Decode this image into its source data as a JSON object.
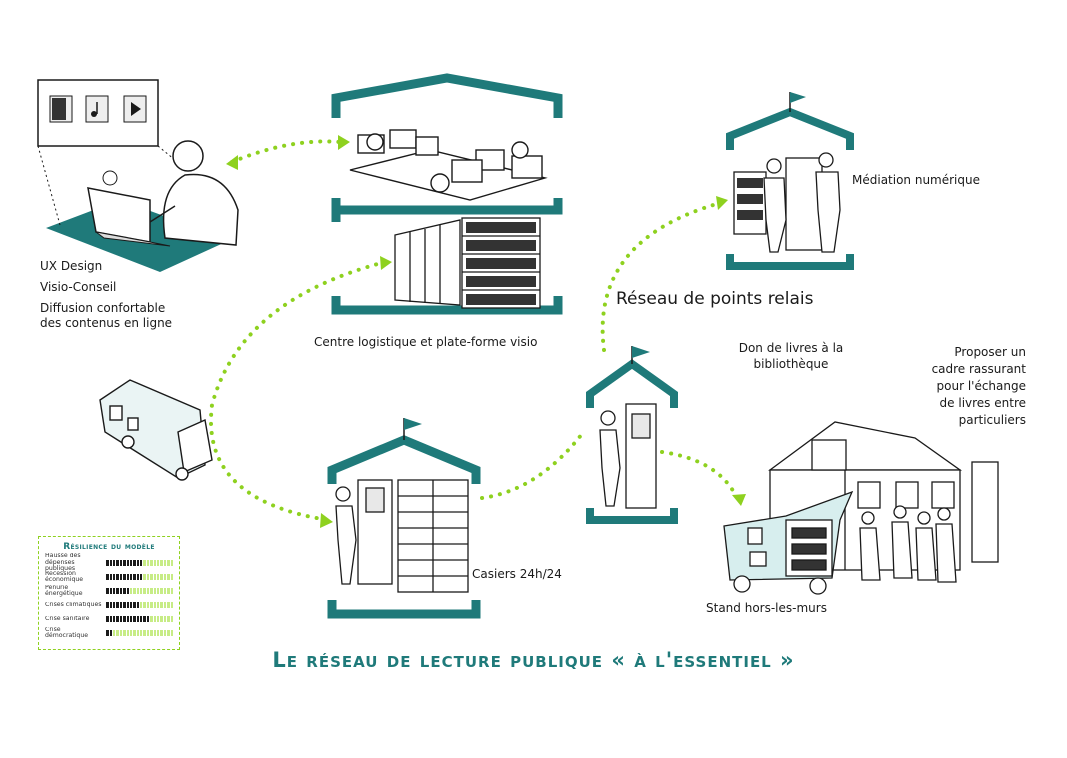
{
  "title": "Le réseau de lecture publique « à l'essentiel »",
  "labels": {
    "ux_design": "UX Design",
    "visio_conseil": "Visio-Conseil",
    "diffusion_line1": "Diffusion confortable",
    "diffusion_line2": "des contenus en ligne",
    "centre_logistique": "Centre logistique et plate-forme visio",
    "mediation": "Médiation numérique",
    "reseau_points": "Réseau de points relais",
    "don_line1": "Don de livres à la",
    "don_line2": "bibliothèque",
    "proposer_lines": [
      "Proposer un",
      "cadre rassurant",
      "pour l'échange",
      "de livres entre",
      "particuliers"
    ],
    "casiers": "Casiers 24h/24",
    "stand": "Stand hors-les-murs"
  },
  "resilience": {
    "title": "Résilience du modèle",
    "items": [
      {
        "name": "Hausse des dépenses publiques",
        "level": 11
      },
      {
        "name": "Récession économique",
        "level": 11
      },
      {
        "name": "Pénurie énergétique",
        "level": 7
      },
      {
        "name": "Crises climatiques",
        "level": 10
      },
      {
        "name": "Crise sanitaire",
        "level": 13
      },
      {
        "name": "Crise démocratique",
        "level": 2
      }
    ],
    "total_cells": 20
  },
  "colors": {
    "teal": "#1f7a7a",
    "green_dots": "#8ed11f",
    "ink": "#1a1a1a"
  },
  "icons": [
    "book-icon",
    "music-note-icon",
    "play-icon",
    "flag-icon",
    "house-frame-icon"
  ]
}
